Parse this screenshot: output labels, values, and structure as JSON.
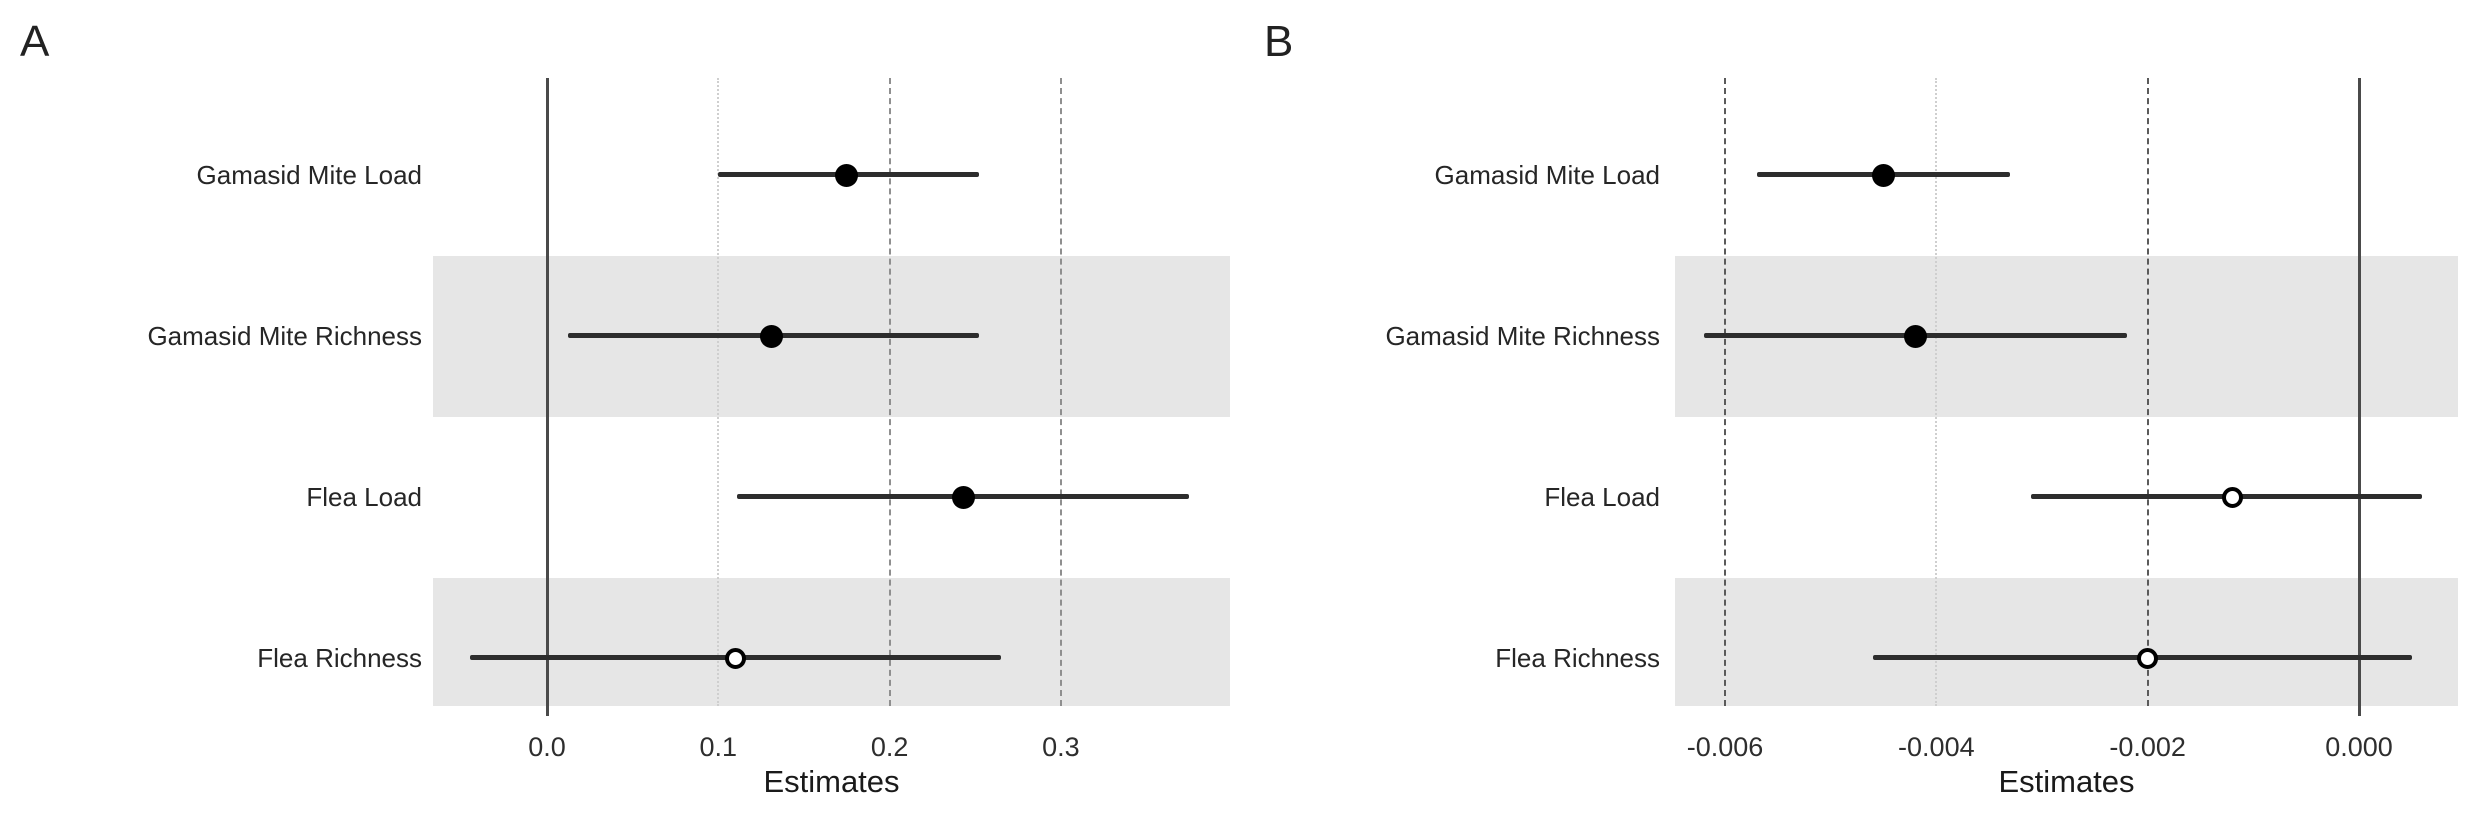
{
  "figure": {
    "description": "Two-panel forest plot of model estimates with 95% confidence intervals for ectoparasite predictors"
  },
  "colors": {
    "shading": "#e6e6e6",
    "ci_line": "#2d2d2d",
    "point_filled": "#000000",
    "point_open_fill": "#ffffff",
    "zero_line": "#4a4a4a",
    "dashed_grid_a": "#8f8f8f",
    "dashed_grid_b": "#5a5a5a",
    "dotted_grid": "#cfcfcf"
  },
  "chart_data": [
    {
      "type": "forest",
      "panel_label": "A",
      "xlabel": "Estimates",
      "zero_line_at": 0,
      "xlim": [
        -0.066,
        0.399
      ],
      "x_ticks": [
        {
          "value": 0.0,
          "label": "0.0"
        },
        {
          "value": 0.1,
          "label": "0.1"
        },
        {
          "value": 0.2,
          "label": "0.2"
        },
        {
          "value": 0.3,
          "label": "0.3"
        }
      ],
      "gridlines": [
        {
          "value": 0.1,
          "style": "dotted"
        },
        {
          "value": 0.2,
          "style": "dashed"
        },
        {
          "value": 0.3,
          "style": "dashed"
        }
      ],
      "rows": [
        {
          "label": "Gamasid Mite Load",
          "estimate": 0.175,
          "ci_low": 0.1,
          "ci_high": 0.252,
          "point": "filled",
          "shaded": false
        },
        {
          "label": "Gamasid Mite Richness",
          "estimate": 0.131,
          "ci_low": 0.012,
          "ci_high": 0.252,
          "point": "filled",
          "shaded": true
        },
        {
          "label": "Flea Load",
          "estimate": 0.243,
          "ci_low": 0.111,
          "ci_high": 0.375,
          "point": "filled",
          "shaded": false
        },
        {
          "label": "Flea Richness",
          "estimate": 0.11,
          "ci_low": -0.045,
          "ci_high": 0.265,
          "point": "open",
          "shaded": true
        }
      ]
    },
    {
      "type": "forest",
      "panel_label": "B",
      "xlabel": "Estimates",
      "zero_line_at": 0,
      "xlim": [
        -0.00647,
        0.00094
      ],
      "x_ticks": [
        {
          "value": -0.006,
          "label": "-0.006"
        },
        {
          "value": -0.004,
          "label": "-0.004"
        },
        {
          "value": -0.002,
          "label": "-0.002"
        },
        {
          "value": 0.0,
          "label": "0.000"
        }
      ],
      "gridlines": [
        {
          "value": -0.006,
          "style": "dashed"
        },
        {
          "value": -0.004,
          "style": "dotted"
        },
        {
          "value": -0.002,
          "style": "dashed"
        }
      ],
      "rows": [
        {
          "label": "Gamasid Mite Load",
          "estimate": -0.0045,
          "ci_low": -0.0057,
          "ci_high": -0.0033,
          "point": "filled",
          "shaded": false
        },
        {
          "label": "Gamasid Mite Richness",
          "estimate": -0.0042,
          "ci_low": -0.0062,
          "ci_high": -0.0022,
          "point": "filled",
          "shaded": true
        },
        {
          "label": "Flea Load",
          "estimate": -0.0012,
          "ci_low": -0.0031,
          "ci_high": 0.0006,
          "point": "open",
          "shaded": false
        },
        {
          "label": "Flea Richness",
          "estimate": -0.002,
          "ci_low": -0.0046,
          "ci_high": 0.0005,
          "point": "open",
          "shaded": true
        }
      ]
    }
  ]
}
